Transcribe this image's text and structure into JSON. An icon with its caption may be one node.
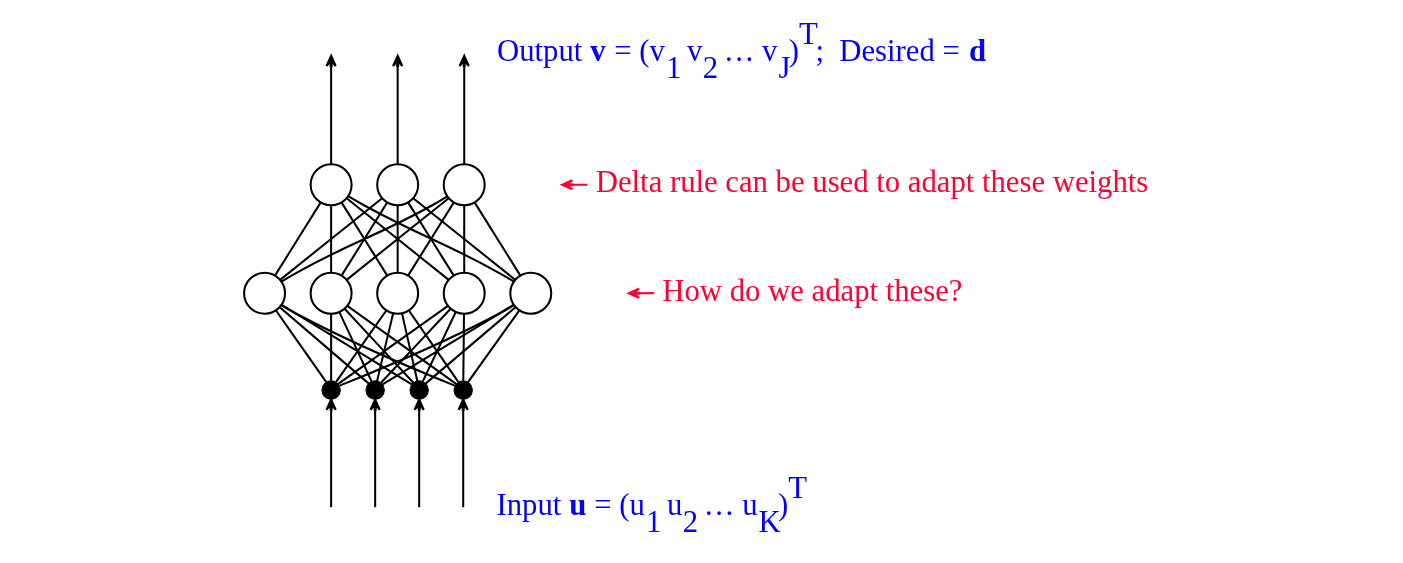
{
  "diagram": {
    "nodes": [
      {
        "text": [],
        "shape": "circle"
      },
      {
        "text": [],
        "shape": "circle"
      },
      {
        "text": [],
        "shape": "circle"
      },
      {
        "text": [],
        "shape": "circle"
      },
      {
        "text": [],
        "shape": "circle"
      },
      {
        "text": [],
        "shape": "circle"
      },
      {
        "text": [],
        "shape": "circle"
      },
      {
        "text": [],
        "shape": "circle"
      },
      {
        "text": [],
        "shape": "circle"
      },
      {
        "text": [],
        "shape": "circle"
      },
      {
        "text": [],
        "shape": "circle"
      },
      {
        "text": [],
        "shape": "circle"
      },
      {
        "text": [
          "Delta rule can be used to adapt these weights"
        ]
      },
      {
        "text": [
          "How do we adapt these?"
        ]
      }
    ],
    "edges": [
      {
        "from": 0,
        "to": null,
        "arrow": "to"
      },
      {
        "from": 1,
        "to": null,
        "arrow": "to"
      },
      {
        "from": 2,
        "to": null,
        "arrow": "to"
      },
      {
        "from": 3,
        "to": 0,
        "arrow": "none"
      },
      {
        "from": 3,
        "to": 1,
        "arrow": "none"
      },
      {
        "from": 3,
        "to": 2,
        "arrow": "none"
      },
      {
        "from": 4,
        "to": 0,
        "arrow": "none"
      },
      {
        "from": 4,
        "to": 1,
        "arrow": "none"
      },
      {
        "from": 4,
        "to": 2,
        "arrow": "none"
      },
      {
        "from": 5,
        "to": 0,
        "arrow": "none"
      },
      {
        "from": 5,
        "to": 1,
        "arrow": "none"
      },
      {
        "from": 5,
        "to": 2,
        "arrow": "none"
      },
      {
        "from": 6,
        "to": 0,
        "arrow": "none"
      },
      {
        "from": 6,
        "to": 1,
        "arrow": "none"
      },
      {
        "from": 6,
        "to": 2,
        "arrow": "none"
      },
      {
        "from": 7,
        "to": 0,
        "arrow": "none"
      },
      {
        "from": 7,
        "to": 1,
        "arrow": "none"
      },
      {
        "from": 7,
        "to": 2,
        "arrow": "none"
      },
      {
        "from": 8,
        "to": 3,
        "arrow": "none"
      },
      {
        "from": 8,
        "to": 4,
        "arrow": "none"
      },
      {
        "from": 8,
        "to": 5,
        "arrow": "none"
      },
      {
        "from": 8,
        "to": 6,
        "arrow": "none"
      },
      {
        "from": 8,
        "to": 7,
        "arrow": "none"
      },
      {
        "from": 9,
        "to": 3,
        "arrow": "none"
      },
      {
        "from": 9,
        "to": 4,
        "arrow": "none"
      },
      {
        "from": 9,
        "to": 5,
        "arrow": "none"
      },
      {
        "from": 9,
        "to": 6,
        "arrow": "none"
      },
      {
        "from": 9,
        "to": 7,
        "arrow": "none"
      },
      {
        "from": 10,
        "to": 3,
        "arrow": "none"
      },
      {
        "from": 10,
        "to": 4,
        "arrow": "none"
      },
      {
        "from": 10,
        "to": 5,
        "arrow": "none"
      },
      {
        "from": 10,
        "to": 6,
        "arrow": "none"
      },
      {
        "from": 10,
        "to": 7,
        "arrow": "none"
      },
      {
        "from": 11,
        "to": 3,
        "arrow": "none"
      },
      {
        "from": 11,
        "to": 4,
        "arrow": "none"
      },
      {
        "from": 11,
        "to": 5,
        "arrow": "none"
      },
      {
        "from": 11,
        "to": 6,
        "arrow": "none"
      },
      {
        "from": 11,
        "to": 7,
        "arrow": "none"
      },
      {
        "from": null,
        "to": 8,
        "arrow": "to"
      },
      {
        "from": null,
        "to": 9,
        "arrow": "to"
      },
      {
        "from": null,
        "to": 10,
        "arrow": "to"
      },
      {
        "from": null,
        "to": 11,
        "arrow": "to"
      },
      {
        "from": 12,
        "to": null,
        "arrow": "to",
        "color": "#ff0033"
      },
      {
        "from": 13,
        "to": null,
        "arrow": "to",
        "color": "#ff0033"
      }
    ],
    "labels": [
      "Output **v** = (v$_{1}$ v$_{2}$ … v$_{J}$)$^{T}$;  Desired = **d**",
      "Input **u** = (u$_{1}$ u$_{2}$ … u$_{K}$)$^{T}$"
    ]
  }
}
